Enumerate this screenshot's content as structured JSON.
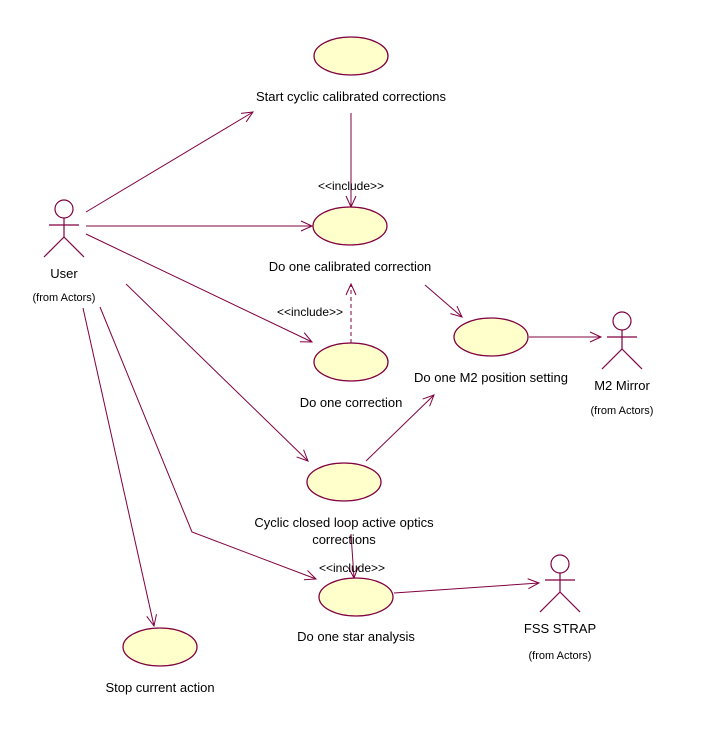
{
  "diagram": {
    "type": "UML use case diagram",
    "colors": {
      "line": "#800040",
      "usecase_fill": "#ffffcc",
      "background": "#ffffff",
      "text": "#000000"
    },
    "actors": [
      {
        "id": "user",
        "name": "User",
        "package": "(from Actors)"
      },
      {
        "id": "m2mirror",
        "name": "M2 Mirror",
        "package": "(from Actors)"
      },
      {
        "id": "fss",
        "name": "FSS STRAP",
        "package": "(from Actors)"
      }
    ],
    "use_cases": [
      {
        "id": "start_cyclic",
        "label": [
          "Start cyclic calibrated corrections"
        ]
      },
      {
        "id": "do_calibrated",
        "label": [
          "Do one calibrated correction"
        ]
      },
      {
        "id": "do_correction",
        "label": [
          "Do one correction"
        ]
      },
      {
        "id": "do_m2",
        "label": [
          "Do one M2 position setting"
        ]
      },
      {
        "id": "cyclic_closed",
        "label": [
          "Cyclic closed loop active optics",
          "corrections"
        ]
      },
      {
        "id": "do_star",
        "label": [
          "Do one star analysis"
        ]
      },
      {
        "id": "stop",
        "label": [
          "Stop current action"
        ]
      }
    ],
    "relations": [
      {
        "from": "user",
        "to": "start_cyclic",
        "kind": "association"
      },
      {
        "from": "user",
        "to": "do_calibrated",
        "kind": "association"
      },
      {
        "from": "user",
        "to": "do_correction",
        "kind": "association"
      },
      {
        "from": "user",
        "to": "cyclic_closed",
        "kind": "association"
      },
      {
        "from": "user",
        "to": "do_star",
        "kind": "association"
      },
      {
        "from": "user",
        "to": "stop",
        "kind": "association"
      },
      {
        "from": "start_cyclic",
        "to": "do_calibrated",
        "kind": "include",
        "stereotype": "<<include>>"
      },
      {
        "from": "do_correction",
        "to": "do_calibrated",
        "kind": "dependency",
        "stereotype": "<<include>>"
      },
      {
        "from": "do_calibrated",
        "to": "do_m2",
        "kind": "association"
      },
      {
        "from": "cyclic_closed",
        "to": "do_m2",
        "kind": "association"
      },
      {
        "from": "do_m2",
        "to": "m2mirror",
        "kind": "association"
      },
      {
        "from": "cyclic_closed",
        "to": "do_star",
        "kind": "include",
        "stereotype": "<<include>>"
      },
      {
        "from": "do_star",
        "to": "fss",
        "kind": "association"
      }
    ]
  }
}
